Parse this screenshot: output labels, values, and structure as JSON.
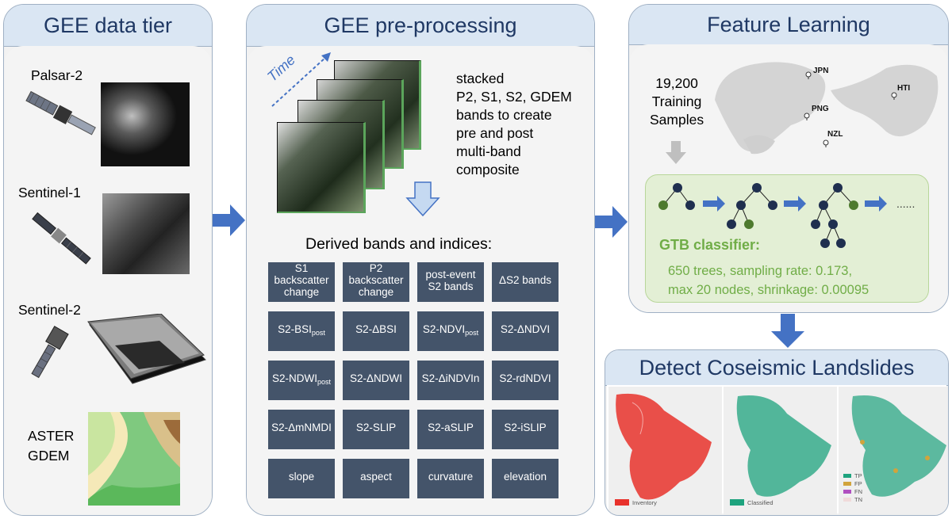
{
  "panels": {
    "data_tier": {
      "title": "GEE data tier",
      "sources": [
        "Palsar-2",
        "Sentinel-1",
        "Sentinel-2"
      ],
      "aster_line1": "ASTER",
      "aster_line2": "GDEM"
    },
    "preprocessing": {
      "title": "GEE pre-processing",
      "time_label": "Time",
      "stack_text": [
        "stacked",
        "P2, S1, S2, GDEM",
        "bands to create",
        "pre and post",
        "multi-band",
        "composite"
      ],
      "derived_title": "Derived bands and indices:",
      "cells": [
        {
          "main": "S1 backscatter change",
          "sub": ""
        },
        {
          "main": "P2 backscatter change",
          "sub": ""
        },
        {
          "main": "post-event S2 bands",
          "sub": ""
        },
        {
          "main": "ΔS2 bands",
          "sub": ""
        },
        {
          "main": "S2-BSI",
          "sub": "post"
        },
        {
          "main": "S2-ΔBSI",
          "sub": ""
        },
        {
          "main": "S2-NDVI",
          "sub": "post"
        },
        {
          "main": "S2-ΔNDVI",
          "sub": ""
        },
        {
          "main": "S2-NDWI",
          "sub": "post"
        },
        {
          "main": "S2-ΔNDWI",
          "sub": ""
        },
        {
          "main": "S2-ΔiNDVIn",
          "sub": ""
        },
        {
          "main": "S2-rdNDVI",
          "sub": ""
        },
        {
          "main": "S2-ΔmNMDI",
          "sub": ""
        },
        {
          "main": "S2-SLIP",
          "sub": ""
        },
        {
          "main": "S2-aSLIP",
          "sub": ""
        },
        {
          "main": "S2-iSLIP",
          "sub": ""
        },
        {
          "main": "slope",
          "sub": ""
        },
        {
          "main": "aspect",
          "sub": ""
        },
        {
          "main": "curvature",
          "sub": ""
        },
        {
          "main": "elevation",
          "sub": ""
        }
      ]
    },
    "feature_learning": {
      "title": "Feature Learning",
      "samples_lines": [
        "19,200",
        "Training",
        "Samples"
      ],
      "locations": [
        "JPN",
        "PNG",
        "NZL",
        "HTI"
      ],
      "ellipsis": "......",
      "gtb_title": "GTB classifier:",
      "gtb_lines": [
        "650 trees, sampling rate: 0.173,",
        "max 20 nodes, shrinkage: 0.00095"
      ]
    },
    "detect": {
      "title": "Detect Coseismic Landslides",
      "map_legends": [
        "Inventory",
        "Classified"
      ],
      "third_legend": [
        "TP",
        "FP",
        "FN",
        "TN"
      ]
    }
  },
  "colors": {
    "panel_header_fill": "#dae6f3",
    "panel_border": "#9fb0c4",
    "title_text": "#1f3864",
    "arrow_blue": "#4472c4",
    "cell_fill": "#44546a",
    "gtb_green": "#70ad47",
    "gtb_fill": "#e3efd5",
    "tree_node": "#1f2f4f",
    "tree_leaf": "#4e7a2e",
    "inventory_red": "#e8322c",
    "classified_teal": "#1ea37e",
    "tp": "#1ea37e",
    "fp": "#d1a43c",
    "fn": "#b04fc0",
    "tn": "#f0dada"
  },
  "icons": [
    "satellite-palsar-icon",
    "satellite-sentinel1-icon",
    "satellite-sentinel2-icon",
    "decision-tree-icon",
    "world-map-icon",
    "map-pin-icon"
  ]
}
